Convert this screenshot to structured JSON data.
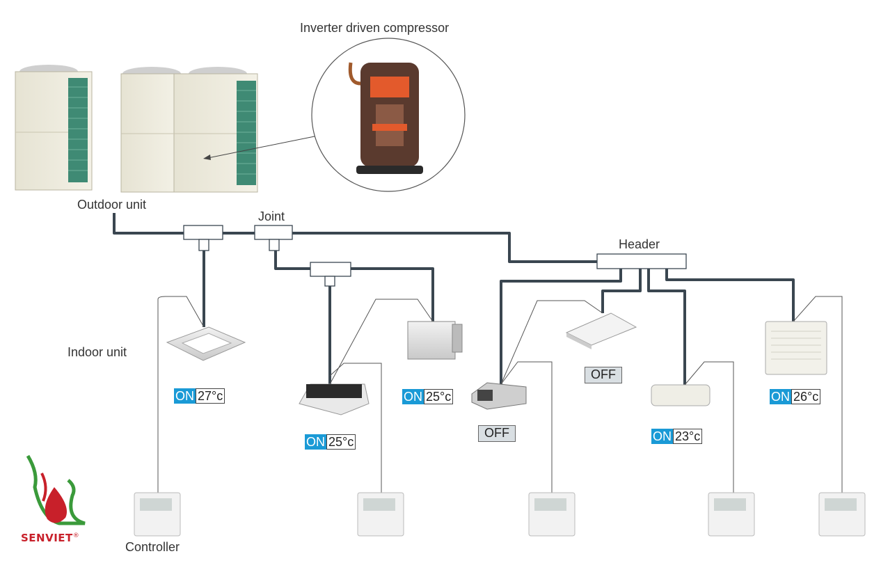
{
  "labels": {
    "compressor": "Inverter driven compressor",
    "outdoor_unit": "Outdoor unit",
    "joint": "Joint",
    "header": "Header",
    "indoor_unit": "Indoor unit",
    "controller": "Controller"
  },
  "brand": {
    "name": "SENVIET",
    "mark": "®",
    "colors": {
      "red": "#c8202a",
      "green": "#3a9a3a"
    }
  },
  "units": [
    {
      "id": "cassette-4way",
      "on_label": "ON",
      "temp": "27°c"
    },
    {
      "id": "cassette-1way",
      "on_label": "ON",
      "temp": "25°c"
    },
    {
      "id": "floor-standing-cabinet",
      "on_label": "ON",
      "temp": "25°c"
    },
    {
      "id": "ducted-unit",
      "status": "OFF"
    },
    {
      "id": "ceiling-suspended",
      "status": "OFF"
    },
    {
      "id": "wall-mounted",
      "on_label": "ON",
      "temp": "23°c"
    },
    {
      "id": "floor-console",
      "on_label": "ON",
      "temp": "26°c"
    }
  ],
  "colors": {
    "pipe": "#3a4650",
    "on_badge": "#1a9ad6",
    "off_badge": "#d9dfe3"
  }
}
